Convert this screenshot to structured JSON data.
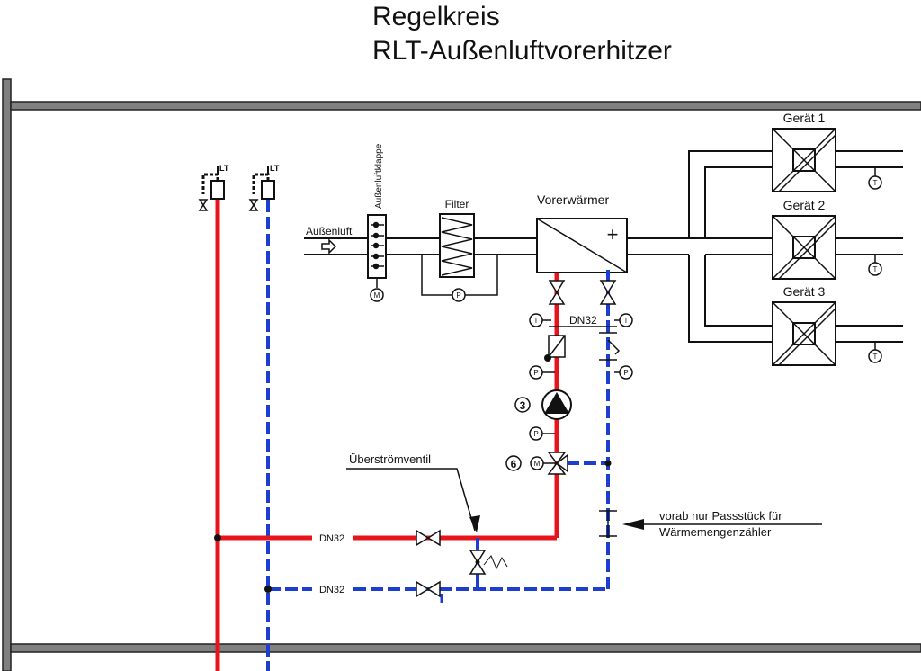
{
  "title": {
    "line1": "Regelkreis",
    "line2": "RLT-Außenluftvorerhitzer"
  },
  "colors": {
    "supply": "#e8141b",
    "return": "#1c3fd0",
    "line": "#111111",
    "wall": "#808080"
  },
  "labels": {
    "outdoor_air": "Außenluft",
    "outdoor_damper": "Außenluftklappe",
    "filter": "Filter",
    "preheater": "Vorerwärmer",
    "device1": "Gerät 1",
    "device2": "Gerät 2",
    "device3": "Gerät 3",
    "dn_heater": "DN32",
    "dn_supply": "DN32",
    "dn_return": "DN32",
    "overflow_valve": "Überströmventil",
    "note_line1": "vorab nur Passstück für",
    "note_line2": "Wärmemengenzähler",
    "pump_number": "3",
    "valve_number": "6"
  },
  "symbols": {
    "motor": "M",
    "pressure": "P",
    "temperature": "T",
    "level_transmitter": "LT",
    "plus": "+"
  }
}
